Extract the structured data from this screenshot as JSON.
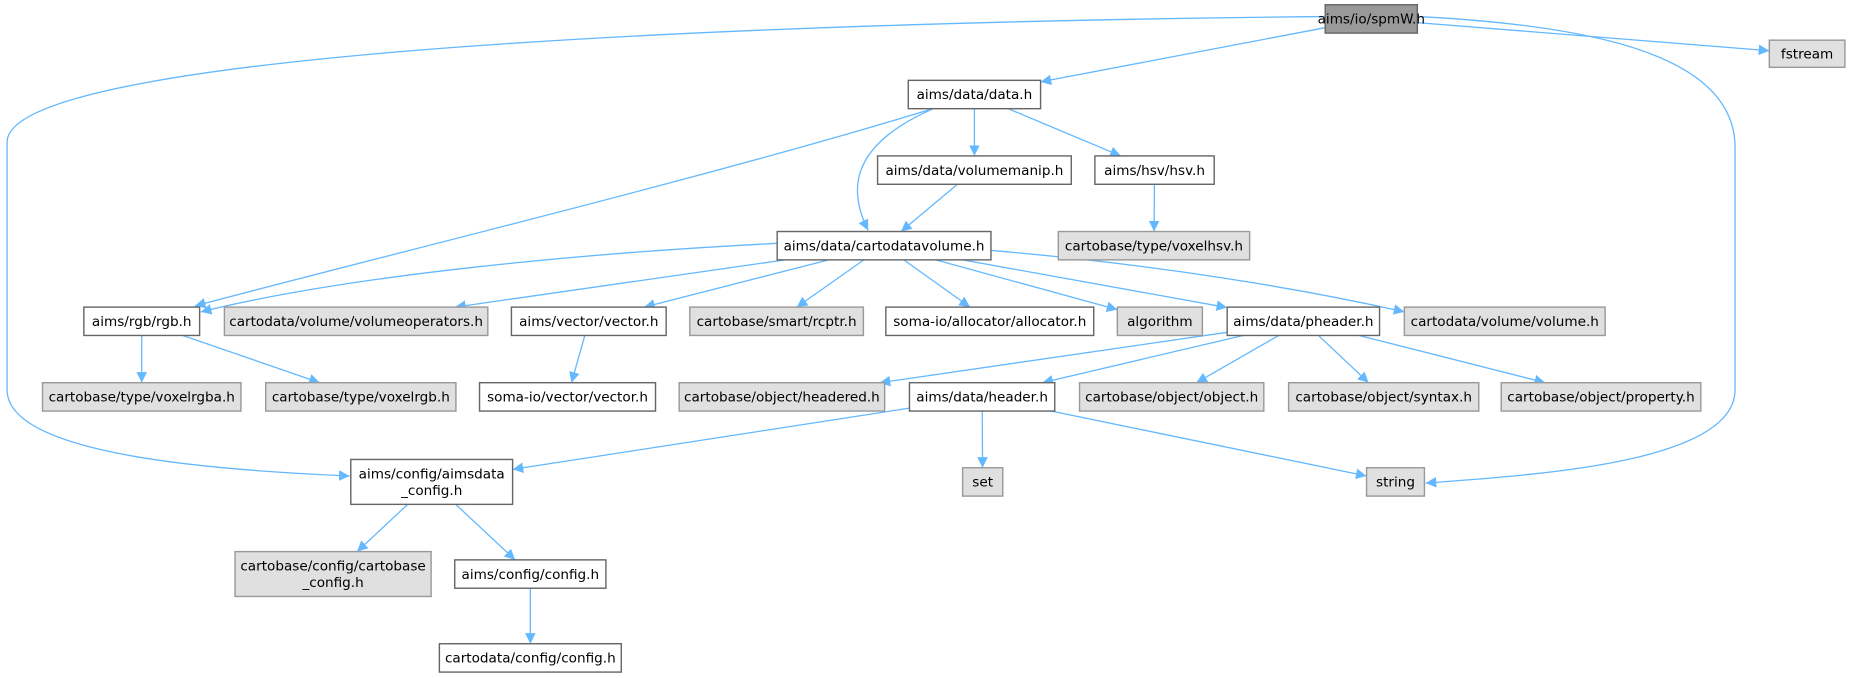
{
  "graph_title": "aims/io/spmW.h",
  "colors": {
    "edge": "#63b8ff",
    "current_fill": "#999999",
    "external_fill": "#e0e0e0",
    "documented_fill": "#ffffff",
    "border_dark": "#666666",
    "border_light": "#999999"
  },
  "nodes": [
    {
      "id": "spmw",
      "label": [
        "aims/io/spmW.h"
      ],
      "kind": "current"
    },
    {
      "id": "fstream",
      "label": [
        "fstream"
      ],
      "kind": "external"
    },
    {
      "id": "data",
      "label": [
        "aims/data/data.h"
      ],
      "kind": "documented"
    },
    {
      "id": "volumemanip",
      "label": [
        "aims/data/volumemanip.h"
      ],
      "kind": "documented"
    },
    {
      "id": "hsv",
      "label": [
        "aims/hsv/hsv.h"
      ],
      "kind": "documented"
    },
    {
      "id": "voxelhsv",
      "label": [
        "cartobase/type/voxelhsv.h"
      ],
      "kind": "external"
    },
    {
      "id": "cartodatavolume",
      "label": [
        "aims/data/cartodatavolume.h"
      ],
      "kind": "documented"
    },
    {
      "id": "rgb",
      "label": [
        "aims/rgb/rgb.h"
      ],
      "kind": "documented"
    },
    {
      "id": "volumeoperators",
      "label": [
        "cartodata/volume/volumeoperators.h"
      ],
      "kind": "external"
    },
    {
      "id": "vector",
      "label": [
        "aims/vector/vector.h"
      ],
      "kind": "documented"
    },
    {
      "id": "rcptr",
      "label": [
        "cartobase/smart/rcptr.h"
      ],
      "kind": "external"
    },
    {
      "id": "allocator",
      "label": [
        "soma-io/allocator/allocator.h"
      ],
      "kind": "documented"
    },
    {
      "id": "algorithm",
      "label": [
        "algorithm"
      ],
      "kind": "external"
    },
    {
      "id": "pheader",
      "label": [
        "aims/data/pheader.h"
      ],
      "kind": "documented"
    },
    {
      "id": "volume",
      "label": [
        "cartodata/volume/volume.h"
      ],
      "kind": "external"
    },
    {
      "id": "voxelrgba",
      "label": [
        "cartobase/type/voxelrgba.h"
      ],
      "kind": "external"
    },
    {
      "id": "voxelrgb",
      "label": [
        "cartobase/type/voxelrgb.h"
      ],
      "kind": "external"
    },
    {
      "id": "somavector",
      "label": [
        "soma-io/vector/vector.h"
      ],
      "kind": "documented"
    },
    {
      "id": "headered",
      "label": [
        "cartobase/object/headered.h"
      ],
      "kind": "external"
    },
    {
      "id": "header",
      "label": [
        "aims/data/header.h"
      ],
      "kind": "documented"
    },
    {
      "id": "object",
      "label": [
        "cartobase/object/object.h"
      ],
      "kind": "external"
    },
    {
      "id": "syntax",
      "label": [
        "cartobase/object/syntax.h"
      ],
      "kind": "external"
    },
    {
      "id": "property",
      "label": [
        "cartobase/object/property.h"
      ],
      "kind": "external"
    },
    {
      "id": "aimsdataconfig",
      "label": [
        "aims/config/aimsdata",
        "_config.h"
      ],
      "kind": "documented"
    },
    {
      "id": "set",
      "label": [
        "set"
      ],
      "kind": "external"
    },
    {
      "id": "string",
      "label": [
        "string"
      ],
      "kind": "external"
    },
    {
      "id": "cartobaseconfig",
      "label": [
        "cartobase/config/cartobase",
        "_config.h"
      ],
      "kind": "external"
    },
    {
      "id": "aimsconfig",
      "label": [
        "aims/config/config.h"
      ],
      "kind": "documented"
    },
    {
      "id": "cartodataconfig",
      "label": [
        "cartodata/config/config.h"
      ],
      "kind": "documented"
    }
  ],
  "edges": [
    [
      "spmw",
      "data"
    ],
    [
      "spmw",
      "fstream"
    ],
    [
      "spmw",
      "string"
    ],
    [
      "spmw",
      "aimsdataconfig"
    ],
    [
      "data",
      "rgb"
    ],
    [
      "data",
      "cartodatavolume"
    ],
    [
      "data",
      "volumemanip"
    ],
    [
      "data",
      "hsv"
    ],
    [
      "volumemanip",
      "cartodatavolume"
    ],
    [
      "hsv",
      "voxelhsv"
    ],
    [
      "cartodatavolume",
      "rgb"
    ],
    [
      "cartodatavolume",
      "volumeoperators"
    ],
    [
      "cartodatavolume",
      "vector"
    ],
    [
      "cartodatavolume",
      "rcptr"
    ],
    [
      "cartodatavolume",
      "allocator"
    ],
    [
      "cartodatavolume",
      "algorithm"
    ],
    [
      "cartodatavolume",
      "pheader"
    ],
    [
      "cartodatavolume",
      "volume"
    ],
    [
      "rgb",
      "voxelrgba"
    ],
    [
      "rgb",
      "voxelrgb"
    ],
    [
      "vector",
      "somavector"
    ],
    [
      "pheader",
      "headered"
    ],
    [
      "pheader",
      "header"
    ],
    [
      "pheader",
      "object"
    ],
    [
      "pheader",
      "syntax"
    ],
    [
      "pheader",
      "property"
    ],
    [
      "header",
      "aimsdataconfig"
    ],
    [
      "header",
      "set"
    ],
    [
      "header",
      "string"
    ],
    [
      "aimsdataconfig",
      "cartobaseconfig"
    ],
    [
      "aimsdataconfig",
      "aimsconfig"
    ],
    [
      "aimsconfig",
      "cartodataconfig"
    ]
  ]
}
